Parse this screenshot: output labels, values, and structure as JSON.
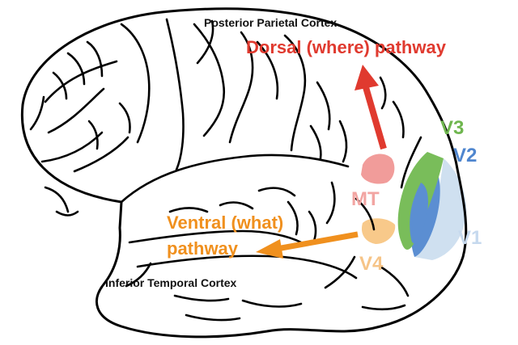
{
  "labels": {
    "posterior_parietal": "Posterior Parietal Cortex",
    "dorsal": "Dorsal (where) pathway",
    "ventral_line1": "Ventral (what)",
    "ventral_line2": "pathway",
    "inferior_temporal": "Inferior Temporal Cortex",
    "mt": "MT",
    "v4": "V4",
    "v1": "V1",
    "v2": "V2",
    "v3": "V3"
  },
  "colors": {
    "outline": "#000000",
    "dorsal": "#e03a2f",
    "ventral": "#f0901e",
    "mt": "#f19c9a",
    "v4": "#f8c98a",
    "v1": "#cfe0f0",
    "v2": "#5b8ed2",
    "v3": "#79bd5a",
    "v1_text": "#c6d9ee",
    "v2_text": "#4f86cf",
    "v3_text": "#6fb64f",
    "mt_text": "#f2a5a2",
    "v4_text": "#f6c488"
  }
}
